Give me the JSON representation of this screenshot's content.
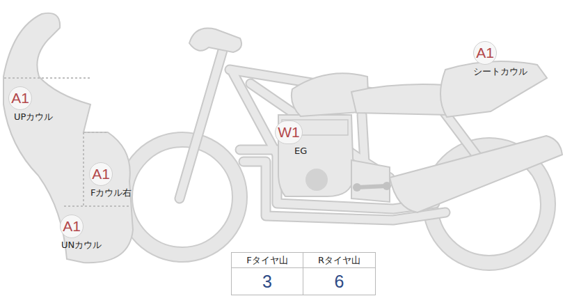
{
  "diagram": {
    "nodes": [
      {
        "text": [
          "A1",
          "シートカウル"
        ]
      },
      {
        "text": [
          "A1",
          "UPカウル"
        ]
      },
      {
        "text": [
          "W1",
          "EG"
        ]
      },
      {
        "text": [
          "A1",
          "Fカウル右"
        ]
      },
      {
        "text": [
          "A1",
          "UNカウル"
        ]
      }
    ],
    "labels": [
      "Fタイヤ山",
      "Rタイヤ山",
      "3",
      "6"
    ]
  }
}
